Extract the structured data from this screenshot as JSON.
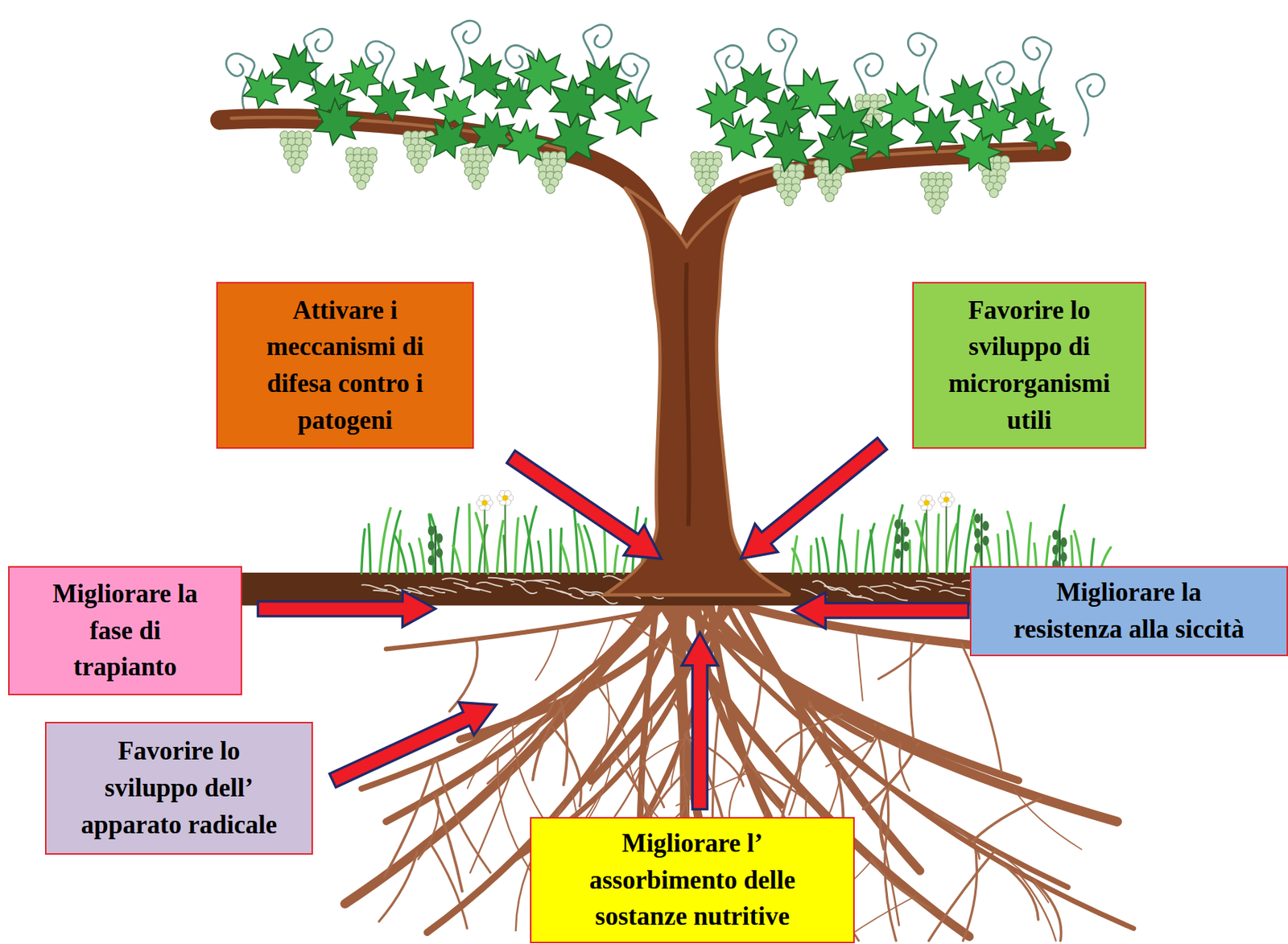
{
  "diagram": {
    "nodes": [
      {
        "text": [
          "Attivare i meccanismi di difesa contro i patogeni"
        ]
      },
      {
        "text": [
          "Favorire lo sviluppo di microrganismi utili"
        ]
      },
      {
        "text": [
          "Migliorare la fase di trapianto"
        ]
      },
      {
        "text": [
          "Migliorare la resistenza alla siccità"
        ]
      },
      {
        "text": [
          "Favorire lo sviluppo dell’ apparato radicale"
        ]
      },
      {
        "text": [
          "Migliorare l’ assorbimento delle sostanze nutritive"
        ]
      }
    ]
  }
}
